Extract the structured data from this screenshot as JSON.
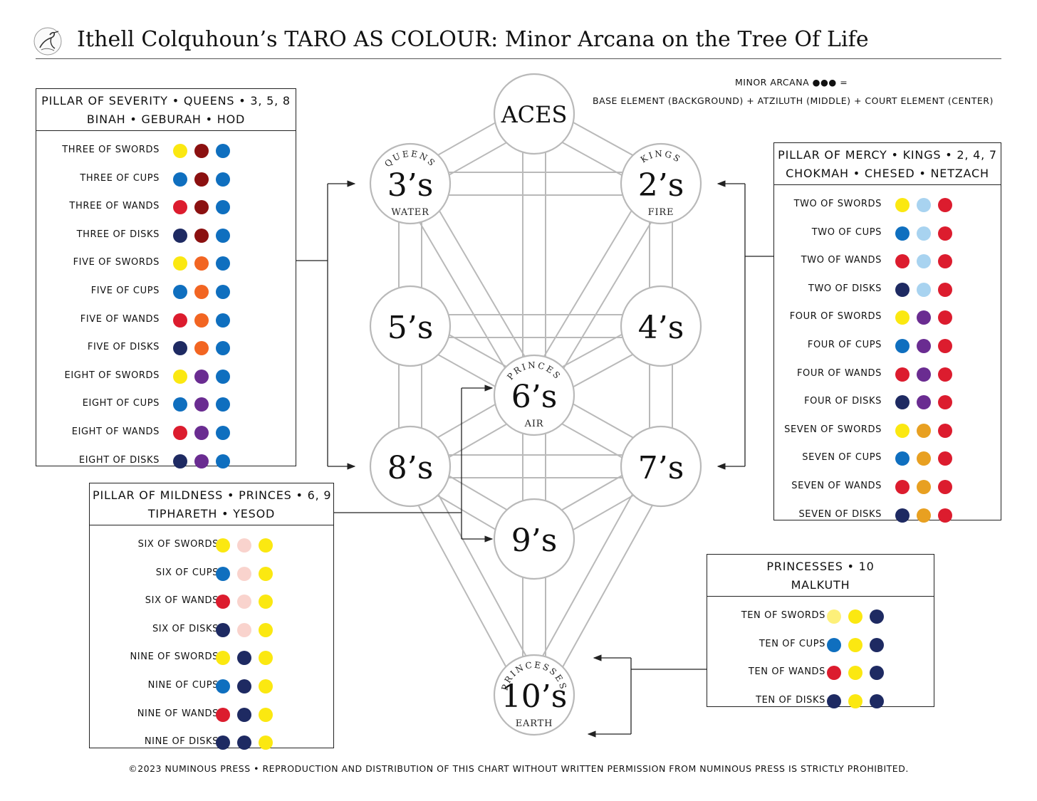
{
  "page_title": "Ithell Colquhoun’s TARO AS COLOUR: Minor Arcana on the Tree Of Life",
  "colors": {
    "yellow": "#fbe811",
    "light_yellow": "#fdf07a",
    "blue": "#0f6fbf",
    "red": "#dc1c2e",
    "navy": "#1e2a62",
    "dark_red": "#8b1010",
    "orange": "#f26522",
    "purple": "#6a2c91",
    "light_blue": "#a8d3f0",
    "pink": "#f9d3cd",
    "amber": "#e8a021",
    "tree_line": "#b9b9b9"
  },
  "key": {
    "line1": "MINOR ARCANA ●●● =",
    "line2": "BASE ELEMENT (BACKGROUND) + ATZILUTH (MIDDLE) + COURT ELEMENT (CENTER)"
  },
  "tree": {
    "sephiroth": [
      {
        "id": "aces",
        "label": "ACES",
        "arc": "",
        "sub": ""
      },
      {
        "id": "threes",
        "label": "3’s",
        "arc": "QUEENS",
        "sub": "WATER"
      },
      {
        "id": "twos",
        "label": "2’s",
        "arc": "KINGS",
        "sub": "FIRE"
      },
      {
        "id": "fives",
        "label": "5’s",
        "arc": "",
        "sub": ""
      },
      {
        "id": "fours",
        "label": "4’s",
        "arc": "",
        "sub": ""
      },
      {
        "id": "sixes",
        "label": "6’s",
        "arc": "PRINCES",
        "sub": "AIR"
      },
      {
        "id": "eights",
        "label": "8’s",
        "arc": "",
        "sub": ""
      },
      {
        "id": "sevens",
        "label": "7’s",
        "arc": "",
        "sub": ""
      },
      {
        "id": "nines",
        "label": "9’s",
        "arc": "",
        "sub": ""
      },
      {
        "id": "tens",
        "label": "10’s",
        "arc": "PRINCESSES",
        "sub": "EARTH"
      }
    ]
  },
  "pillars": {
    "severity": {
      "title_line1": "PILLAR OF SEVERITY • QUEENS • 3, 5, 8",
      "title_line2": "BINAH • GEBURAH • HOD",
      "cards": [
        {
          "name": "THREE OF SWORDS",
          "colors": [
            "yellow",
            "dark_red",
            "blue"
          ]
        },
        {
          "name": "THREE OF CUPS",
          "colors": [
            "blue",
            "dark_red",
            "blue"
          ]
        },
        {
          "name": "THREE OF WANDS",
          "colors": [
            "red",
            "dark_red",
            "blue"
          ]
        },
        {
          "name": "THREE OF DISKS",
          "colors": [
            "navy",
            "dark_red",
            "blue"
          ]
        },
        {
          "name": "FIVE OF SWORDS",
          "colors": [
            "yellow",
            "orange",
            "blue"
          ]
        },
        {
          "name": "FIVE OF CUPS",
          "colors": [
            "blue",
            "orange",
            "blue"
          ]
        },
        {
          "name": "FIVE OF WANDS",
          "colors": [
            "red",
            "orange",
            "blue"
          ]
        },
        {
          "name": "FIVE OF DISKS",
          "colors": [
            "navy",
            "orange",
            "blue"
          ]
        },
        {
          "name": "EIGHT OF SWORDS",
          "colors": [
            "yellow",
            "purple",
            "blue"
          ]
        },
        {
          "name": "EIGHT OF CUPS",
          "colors": [
            "blue",
            "purple",
            "blue"
          ]
        },
        {
          "name": "EIGHT OF WANDS",
          "colors": [
            "red",
            "purple",
            "blue"
          ]
        },
        {
          "name": "EIGHT OF DISKS",
          "colors": [
            "navy",
            "purple",
            "blue"
          ]
        }
      ]
    },
    "mercy": {
      "title_line1": "PILLAR OF MERCY • KINGS • 2, 4, 7",
      "title_line2": "CHOKMAH • CHESED • NETZACH",
      "cards": [
        {
          "name": "TWO OF SWORDS",
          "colors": [
            "yellow",
            "light_blue",
            "red"
          ]
        },
        {
          "name": "TWO OF CUPS",
          "colors": [
            "blue",
            "light_blue",
            "red"
          ]
        },
        {
          "name": "TWO OF WANDS",
          "colors": [
            "red",
            "light_blue",
            "red"
          ]
        },
        {
          "name": "TWO OF DISKS",
          "colors": [
            "navy",
            "light_blue",
            "red"
          ]
        },
        {
          "name": "FOUR OF SWORDS",
          "colors": [
            "yellow",
            "purple",
            "red"
          ]
        },
        {
          "name": "FOUR OF CUPS",
          "colors": [
            "blue",
            "purple",
            "red"
          ]
        },
        {
          "name": "FOUR OF WANDS",
          "colors": [
            "red",
            "purple",
            "red"
          ]
        },
        {
          "name": "FOUR OF DISKS",
          "colors": [
            "navy",
            "purple",
            "red"
          ]
        },
        {
          "name": "SEVEN OF SWORDS",
          "colors": [
            "yellow",
            "amber",
            "red"
          ]
        },
        {
          "name": "SEVEN OF CUPS",
          "colors": [
            "blue",
            "amber",
            "red"
          ]
        },
        {
          "name": "SEVEN OF WANDS",
          "colors": [
            "red",
            "amber",
            "red"
          ]
        },
        {
          "name": "SEVEN OF DISKS",
          "colors": [
            "navy",
            "amber",
            "red"
          ]
        }
      ]
    },
    "mildness": {
      "title_line1": "PILLAR OF MILDNESS • PRINCES • 6, 9",
      "title_line2": "TIPHARETH • YESOD",
      "cards": [
        {
          "name": "SIX OF SWORDS",
          "colors": [
            "yellow",
            "pink",
            "yellow"
          ]
        },
        {
          "name": "SIX OF CUPS",
          "colors": [
            "blue",
            "pink",
            "yellow"
          ]
        },
        {
          "name": "SIX OF WANDS",
          "colors": [
            "red",
            "pink",
            "yellow"
          ]
        },
        {
          "name": "SIX OF DISKS",
          "colors": [
            "navy",
            "pink",
            "yellow"
          ]
        },
        {
          "name": "NINE OF SWORDS",
          "colors": [
            "yellow",
            "navy",
            "yellow"
          ]
        },
        {
          "name": "NINE OF CUPS",
          "colors": [
            "blue",
            "navy",
            "yellow"
          ]
        },
        {
          "name": "NINE OF WANDS",
          "colors": [
            "red",
            "navy",
            "yellow"
          ]
        },
        {
          "name": "NINE OF DISKS",
          "colors": [
            "navy",
            "navy",
            "yellow"
          ]
        }
      ]
    },
    "princesses": {
      "title_line1": "PRINCESSES • 10",
      "title_line2": "MALKUTH",
      "cards": [
        {
          "name": "TEN OF SWORDS",
          "colors": [
            "light_yellow",
            "yellow",
            "navy"
          ]
        },
        {
          "name": "TEN OF CUPS",
          "colors": [
            "blue",
            "yellow",
            "navy"
          ]
        },
        {
          "name": "TEN OF WANDS",
          "colors": [
            "red",
            "yellow",
            "navy"
          ]
        },
        {
          "name": "TEN OF DISKS",
          "colors": [
            "navy",
            "yellow",
            "navy"
          ]
        }
      ]
    }
  },
  "footer": "©2023 NUMINOUS PRESS • REPRODUCTION AND DISTRIBUTION OF THIS CHART WITHOUT WRITTEN PERMISSION FROM NUMINOUS PRESS IS STRICTLY PROHIBITED."
}
